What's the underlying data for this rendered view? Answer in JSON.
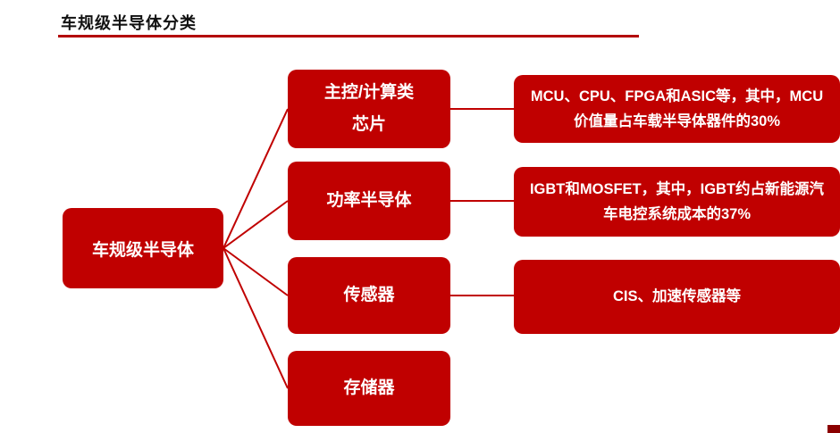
{
  "page": {
    "title": "车规级半导体分类"
  },
  "colors": {
    "node_red": "#C00000",
    "rule_red": "#B30000",
    "corner_red": "#8B0000"
  },
  "diagram": {
    "root": {
      "label": "车规级半导体"
    },
    "branches": [
      {
        "label": "主控/计算类",
        "label2": "芯片",
        "detail": "MCU、CPU、FPGA和ASIC等，其中，MCU价值量占车载半导体器件的30%"
      },
      {
        "label": "功率半导体",
        "label2": "",
        "detail": "IGBT和MOSFET，其中，IGBT约占新能源汽车电控系统成本的37%"
      },
      {
        "label": "传感器",
        "label2": "",
        "detail": "CIS、加速传感器等"
      },
      {
        "label": "存储器",
        "label2": "",
        "detail": ""
      }
    ]
  }
}
